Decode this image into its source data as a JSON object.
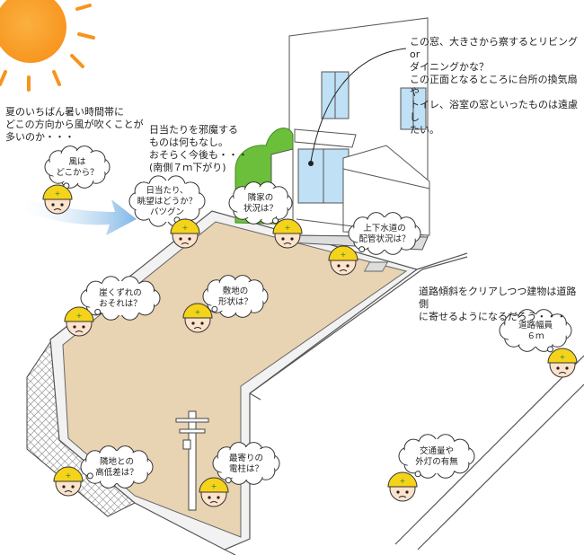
{
  "notes": {
    "top_right": "この窓、大きさから察するとリビングor\nダイニングかな？\nこの正面となるところに台所の換気扇や\nトイレ、浴室の窓といったものは遠慮し\nたい。",
    "top_left": "夏のいちばん暑い時間帯に\nどこの方向から風が吹くことが\n多いのか・・・",
    "sun_note": "日当たりを邪魔する\nものは何もなし。\nおそらく今後も・・・\n(南側７ｍ下がり)",
    "road_note": "道路傾斜をクリアしつつ建物は道路側\nに寄せるようになるだろう・・・"
  },
  "bubbles": [
    {
      "id": "wind",
      "lines": [
        "風は",
        "どこから？"
      ]
    },
    {
      "id": "sunlight",
      "lines": [
        "日当たり、",
        "眺望はどうか？",
        "バツグン"
      ]
    },
    {
      "id": "neighbor",
      "lines": [
        "隣家の",
        "状況は？"
      ]
    },
    {
      "id": "water",
      "lines": [
        "上下水道の",
        "配管状況は？"
      ]
    },
    {
      "id": "cliff",
      "lines": [
        "崖くずれの",
        "おそれは？"
      ]
    },
    {
      "id": "shape",
      "lines": [
        "敷地の",
        "形状は？"
      ]
    },
    {
      "id": "road_width",
      "lines": [
        "道路幅員",
        "６ｍ"
      ]
    },
    {
      "id": "height_diff",
      "lines": [
        "隣地との",
        "高低差は？"
      ]
    },
    {
      "id": "pole",
      "lines": [
        "最寄りの",
        "電柱は？"
      ]
    },
    {
      "id": "traffic",
      "lines": [
        "交通量や",
        "外灯の有無"
      ]
    }
  ],
  "colors": {
    "sun": "#f7941d",
    "lot": "#e8d3b3",
    "helmet": "#f5d31a",
    "wind": "#9cc8ec",
    "bush": "#6cbf3a",
    "window": "#bfe0f5"
  }
}
